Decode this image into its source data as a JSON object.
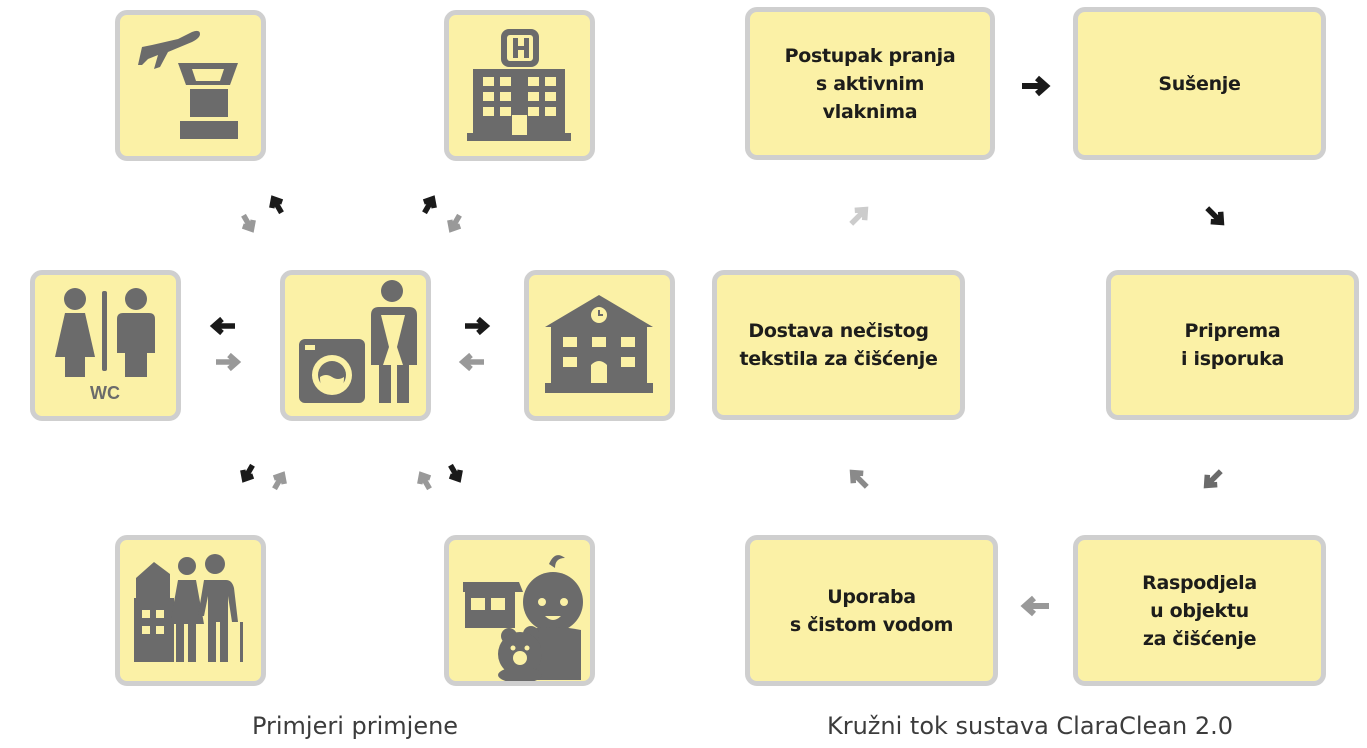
{
  "left_panel": {
    "caption": "Primjeri primjene",
    "center_icon": "laundry-worker-icon",
    "applications": [
      {
        "id": "airport",
        "icon": "airport-tower-icon"
      },
      {
        "id": "hospital",
        "icon": "hospital-icon"
      },
      {
        "id": "public-wc",
        "icon": "restroom-icon",
        "label": "WC"
      },
      {
        "id": "school",
        "icon": "school-building-icon"
      },
      {
        "id": "elderly-home",
        "icon": "elderly-home-icon"
      },
      {
        "id": "kindergarten",
        "icon": "kindergarten-icon"
      }
    ]
  },
  "right_panel": {
    "caption": "Kružni tok sustava ClaraClean 2.0",
    "steps": [
      {
        "id": "wash",
        "label": "Postupak pranja\ns aktivnim\nvlaknima"
      },
      {
        "id": "dry",
        "label": "Sušenje"
      },
      {
        "id": "prepare",
        "label": "Priprema\ni isporuka"
      },
      {
        "id": "distribute",
        "label": "Raspodjela\nu objektu\nza čišćenje"
      },
      {
        "id": "use",
        "label": "Uporaba\ns čistom vodom"
      },
      {
        "id": "collect",
        "label": "Dostava nečistog\ntekstila za čišćenje"
      }
    ]
  },
  "colors": {
    "tile_fill": "#fbf1a6",
    "tile_border": "#cfcfcf",
    "icon_gray": "#6b6b6b",
    "arrow_dark": "#1a1a1a",
    "arrow_mid": "#8a8a8a",
    "arrow_light": "#cccccc",
    "text": "#1d1d1b"
  }
}
